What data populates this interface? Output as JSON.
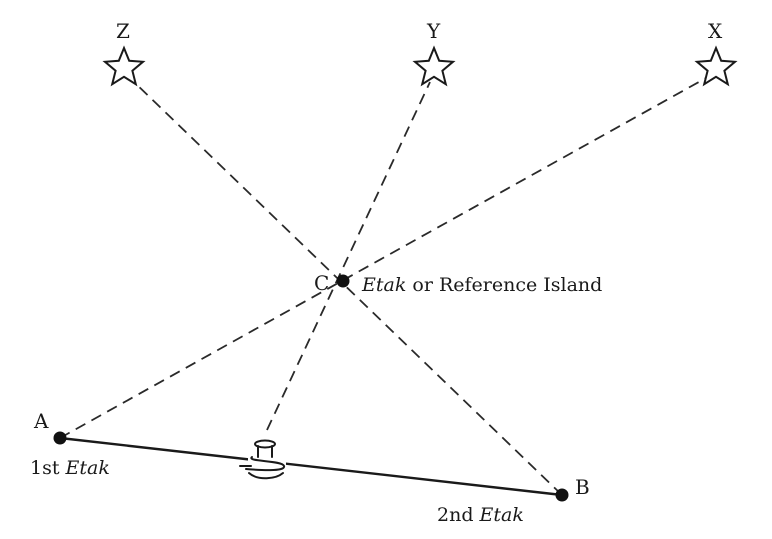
{
  "stars": [
    {
      "id": "Z",
      "label": "Z"
    },
    {
      "id": "Y",
      "label": "Y"
    },
    {
      "id": "X",
      "label": "X"
    }
  ],
  "points": {
    "A": {
      "label": "A",
      "caption_prefix": "1st ",
      "caption_italic": "Etak"
    },
    "B": {
      "label": "B",
      "caption_prefix": "2nd ",
      "caption_italic": "Etak"
    },
    "C": {
      "label": "C",
      "caption_italic": "Etak",
      "caption_suffix": " or Reference Island"
    }
  },
  "icons": {
    "canoe": "canoe-icon",
    "star": "star-icon"
  },
  "colors": {
    "ink": "#1a1a1a",
    "background": "#ffffff"
  }
}
